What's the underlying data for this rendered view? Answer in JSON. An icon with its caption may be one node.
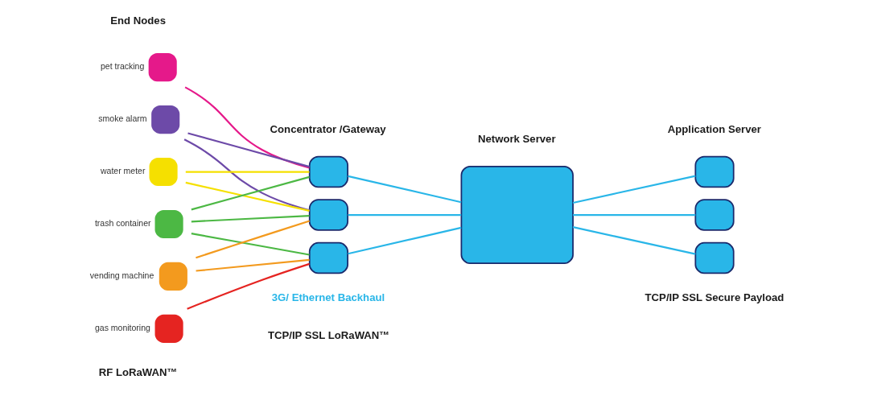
{
  "diagram": {
    "nodes": [
      {
        "text": [
          "pet tracking"
        ]
      },
      {
        "text": [
          "smoke alarm"
        ]
      },
      {
        "text": [
          "water meter"
        ]
      },
      {
        "text": [
          "trash container"
        ]
      },
      {
        "text": [
          "vending machine"
        ]
      },
      {
        "text": [
          "gas monitoring"
        ]
      },
      {
        "text": [],
        "shape": "box"
      },
      {
        "text": [],
        "shape": "box"
      },
      {
        "text": [],
        "shape": "box"
      },
      {
        "text": [],
        "shape": "box"
      },
      {
        "text": [],
        "shape": "box"
      },
      {
        "text": [],
        "shape": "box"
      },
      {
        "text": [],
        "shape": "box"
      }
    ],
    "edges": [
      {
        "from": 0,
        "to": 6,
        "arrow": "none",
        "color": "#e5198a"
      },
      {
        "from": 1,
        "to": 6,
        "arrow": "none",
        "color": "#6d4aa8"
      },
      {
        "from": 1,
        "to": 7,
        "arrow": "none",
        "color": "#6d4aa8"
      },
      {
        "from": 2,
        "to": 6,
        "arrow": "none",
        "color": "#f5e000"
      },
      {
        "from": 2,
        "to": 7,
        "arrow": "none",
        "color": "#f5e000"
      },
      {
        "from": 3,
        "to": 6,
        "arrow": "none",
        "color": "#4cb844"
      },
      {
        "from": 3,
        "to": 7,
        "arrow": "none",
        "color": "#4cb844"
      },
      {
        "from": 3,
        "to": 8,
        "arrow": "none",
        "color": "#4cb844"
      },
      {
        "from": 4,
        "to": 7,
        "arrow": "none",
        "color": "#f39a1e"
      },
      {
        "from": 4,
        "to": 8,
        "arrow": "none",
        "color": "#f39a1e"
      },
      {
        "from": 5,
        "to": 8,
        "arrow": "none",
        "color": "#e52421"
      },
      {
        "from": 6,
        "to": 9,
        "arrow": "none"
      },
      {
        "from": 7,
        "to": 9,
        "arrow": "none"
      },
      {
        "from": 8,
        "to": 9,
        "arrow": "none"
      },
      {
        "from": 9,
        "to": 10,
        "arrow": "none"
      },
      {
        "from": 9,
        "to": 11,
        "arrow": "none"
      },
      {
        "from": 9,
        "to": 12,
        "arrow": "none"
      }
    ],
    "labels": [
      "End Nodes",
      "Concentrator /Gateway",
      "Network Server",
      "Application Server",
      "3G/ Ethernet Backhaul",
      "RF LoRaWAN™",
      "TCP/IP SSL LoRaWAN™",
      "TCP/IP SSL Secure Payload"
    ]
  }
}
